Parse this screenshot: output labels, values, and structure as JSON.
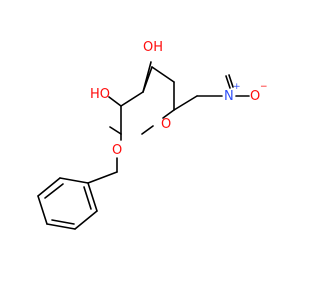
{
  "molecule": {
    "colors": {
      "carbon_bond": "#000000",
      "oxygen": "#ff0d0d",
      "nitrogen": "#3050f8",
      "background": "#ffffff"
    },
    "labels": {
      "oh_top": "OH",
      "ho_left": "HO",
      "ring_oxygen": "O",
      "ether_oxygen": "O",
      "nitro_n": "N",
      "nitro_n_charge": "+",
      "nitro_o": "O",
      "nitro_o_charge": "−"
    }
  }
}
